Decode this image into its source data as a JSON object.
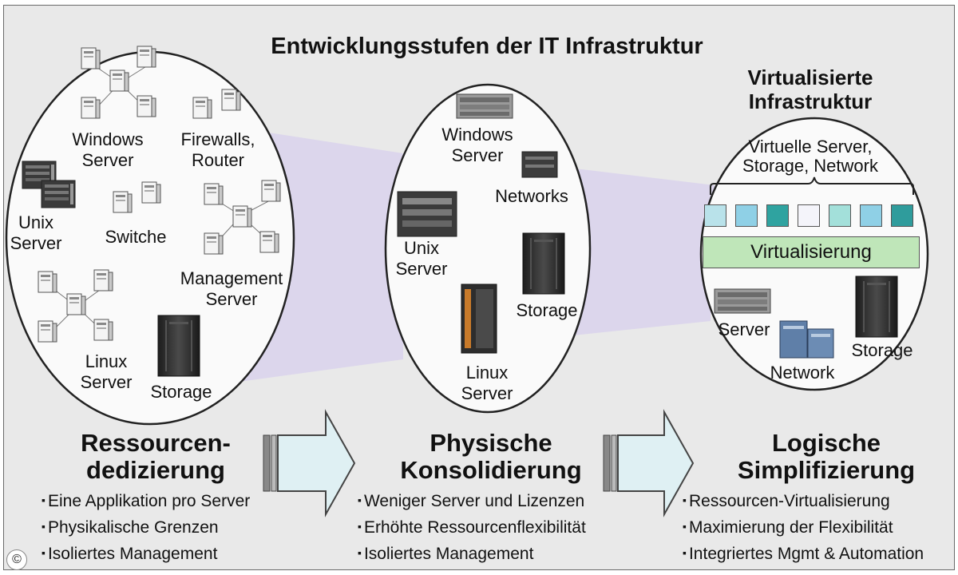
{
  "title": "Entwicklungsstufen der IT Infrastruktur",
  "colors": {
    "background": "#e9e9e9",
    "funnel": "#dcd6ec",
    "virtualisierung_box": "#bfe6b9",
    "arrow_fill": "#dff0f3",
    "vm_colors": [
      "#b9e2ea",
      "#8fd0e6",
      "#2fa3a0",
      "#f4f4fa",
      "#a3e0da",
      "#8fd0e6",
      "#2f9c9c"
    ]
  },
  "stage1": {
    "labels": {
      "windows": "Windows\nServer",
      "firewalls": "Firewalls,\nRouter",
      "unix": "Unix\nServer",
      "switche": "Switche",
      "management": "Management\nServer",
      "linux": "Linux\nServer",
      "storage": "Storage"
    },
    "heading": "Ressourcen-\ndedizierung",
    "bullets": [
      "Eine Applikation pro Server",
      "Physikalische Grenzen",
      "Isoliertes Management"
    ]
  },
  "stage2": {
    "labels": {
      "windows": "Windows\nServer",
      "networks": "Networks",
      "unix": "Unix\nServer",
      "storage": "Storage",
      "linux": "Linux\nServer"
    },
    "heading": "Physische\nKonsolidierung",
    "bullets": [
      "Weniger Server und Lizenzen",
      "Erhöhte Ressourcenflexibilität",
      "Isoliertes Management"
    ]
  },
  "stage3": {
    "caption": "Virtualisierte\nInfrastruktur",
    "virtual_label": "Virtuelle Server,\nStorage, Network",
    "virtualisierung": "Virtualisierung",
    "labels": {
      "server": "Server",
      "network": "Network",
      "storage": "Storage"
    },
    "heading": "Logische\nSimplifizierung",
    "bullets": [
      "Ressourcen-Virtualisierung",
      "Maximierung der Flexibilität",
      "Integriertes Mgmt & Automation"
    ]
  },
  "copyright": "©"
}
